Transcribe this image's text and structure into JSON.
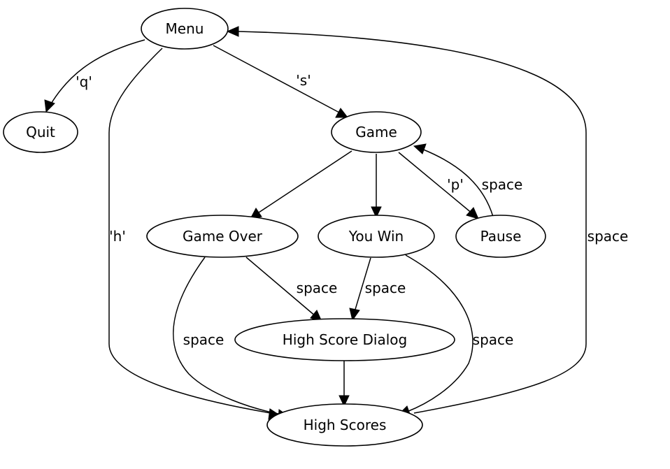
{
  "nodes": {
    "menu": "Menu",
    "quit": "Quit",
    "game": "Game",
    "game_over": "Game Over",
    "you_win": "You Win",
    "pause": "Pause",
    "high_score_dialog": "High Score Dialog",
    "high_scores": "High Scores"
  },
  "edges": {
    "menu_quit": "'q'",
    "menu_game": "'s'",
    "menu_high_scores": "'h'",
    "game_pause": "'p'",
    "pause_game": "space",
    "high_scores_menu": "space",
    "game_over_dialog": "space",
    "game_over_high_scores": "space",
    "you_win_dialog": "space",
    "you_win_high_scores": "space"
  }
}
